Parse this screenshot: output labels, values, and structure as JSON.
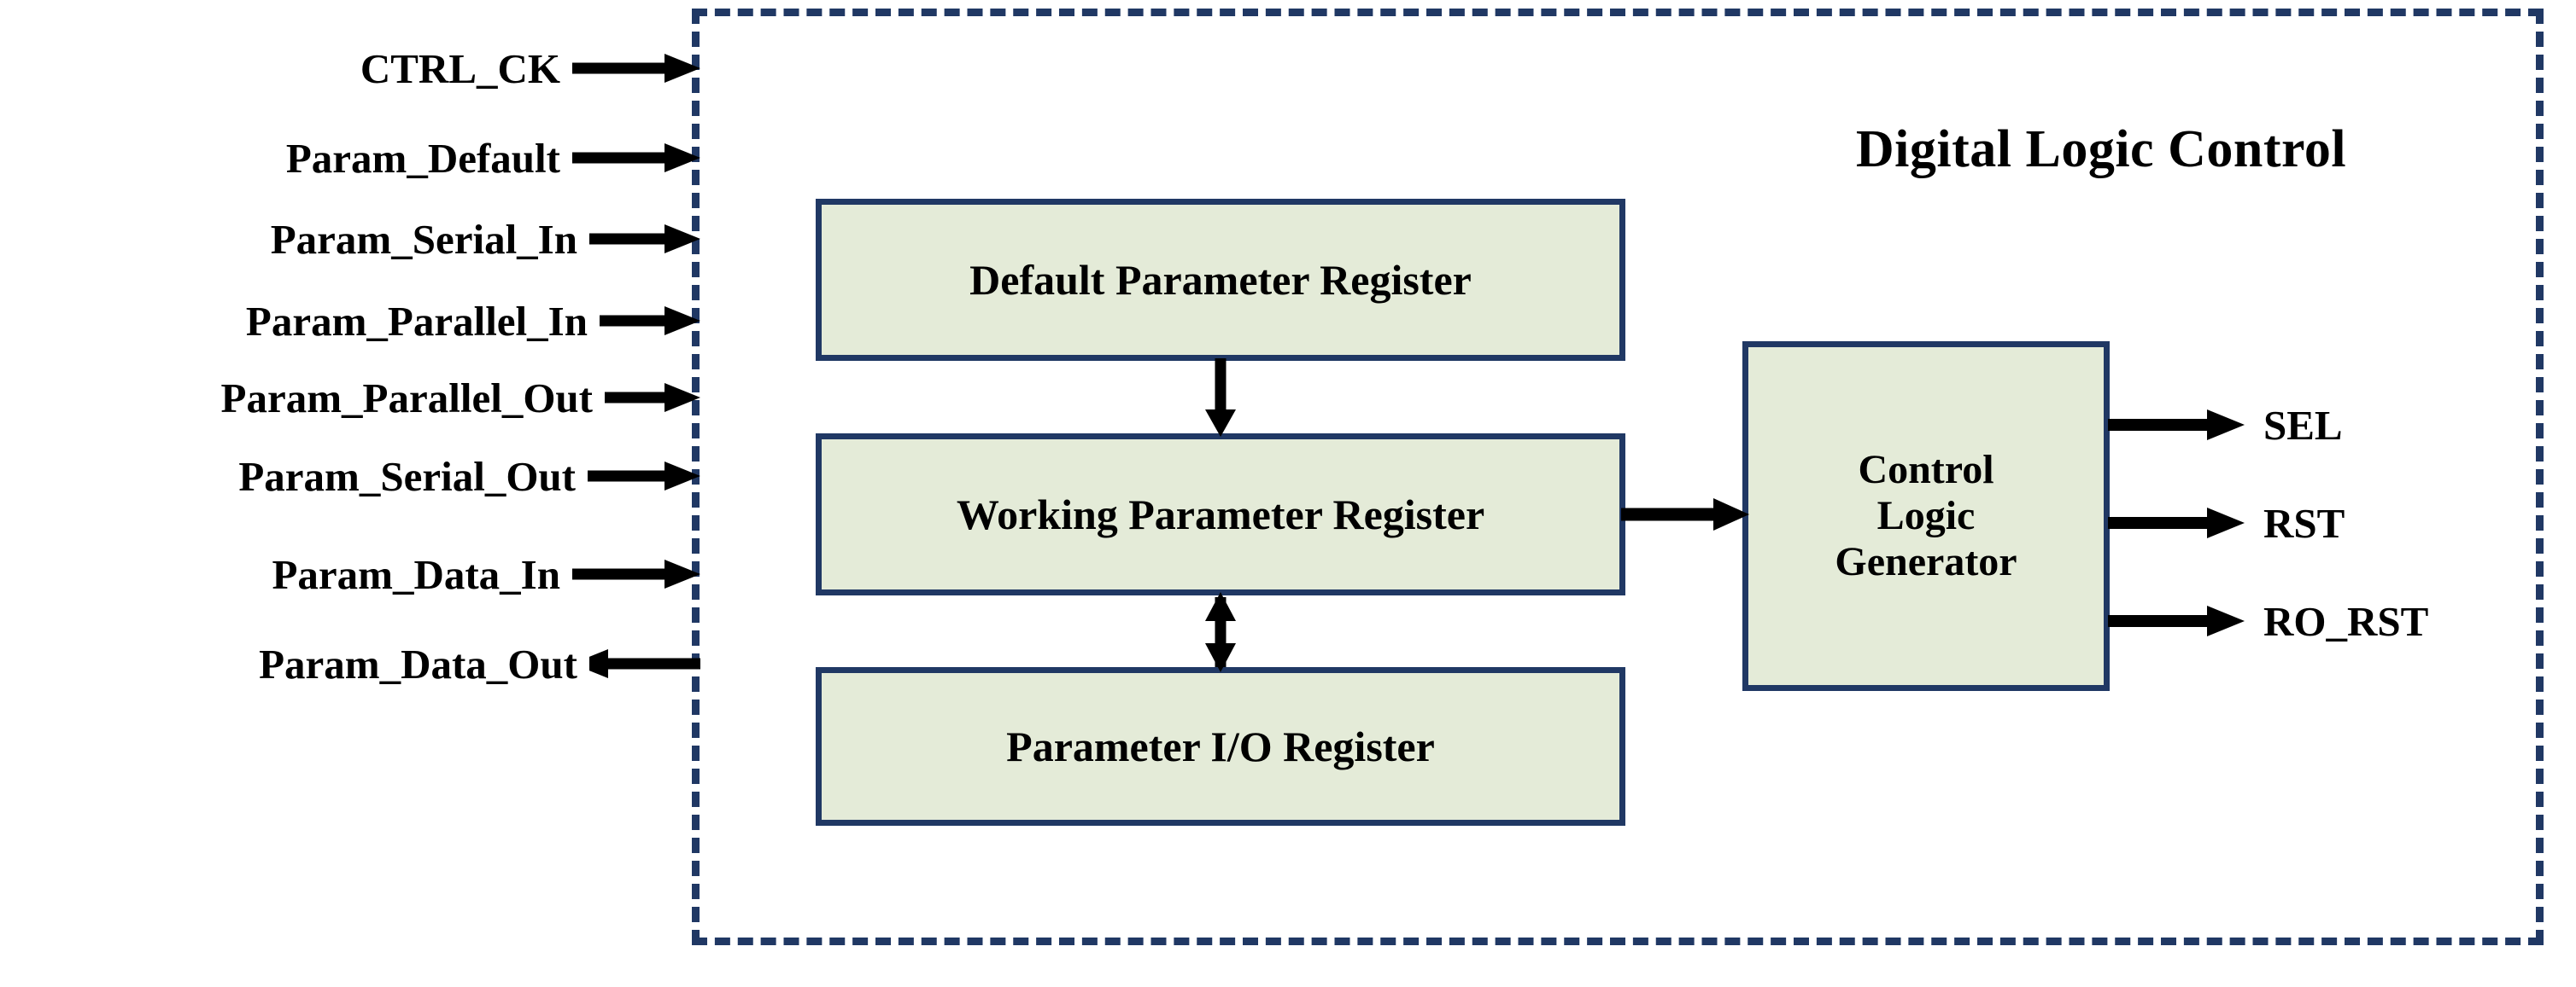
{
  "diagram": {
    "title": "Digital Logic Control",
    "blocks": [
      {
        "id": "default-parameter-register",
        "label": "Default Parameter Register"
      },
      {
        "id": "working-parameter-register",
        "label": "Working Parameter Register"
      },
      {
        "id": "parameter-io-register",
        "label": "Parameter I/O Register"
      },
      {
        "id": "control-logic-generator",
        "label": "Control\nLogic\nGenerator"
      }
    ],
    "inputs": [
      {
        "label": "CTRL_CK",
        "direction": "right"
      },
      {
        "label": "Param_Default",
        "direction": "right"
      },
      {
        "label": "Param_Serial_In",
        "direction": "right"
      },
      {
        "label": "Param_Parallel_In",
        "direction": "right"
      },
      {
        "label": "Param_Parallel_Out",
        "direction": "right"
      },
      {
        "label": "Param_Serial_Out",
        "direction": "right"
      },
      {
        "label": "Param_Data_In",
        "direction": "right"
      },
      {
        "label": "Param_Data_Out",
        "direction": "left"
      }
    ],
    "outputs": [
      {
        "label": "SEL",
        "direction": "right"
      },
      {
        "label": "RST",
        "direction": "right"
      },
      {
        "label": "RO_RST",
        "direction": "right"
      }
    ],
    "connections": [
      {
        "from": "default-parameter-register",
        "to": "working-parameter-register",
        "direction": "down"
      },
      {
        "from": "working-parameter-register",
        "to": "parameter-io-register",
        "direction": "bidirectional"
      },
      {
        "from": "working-parameter-register",
        "to": "control-logic-generator",
        "direction": "right"
      }
    ],
    "colors": {
      "block_fill": "#e4ebd8",
      "block_border": "#203864",
      "boundary_border": "#203864",
      "arrow": "#000000",
      "text": "#000000",
      "background": "#ffffff"
    }
  }
}
